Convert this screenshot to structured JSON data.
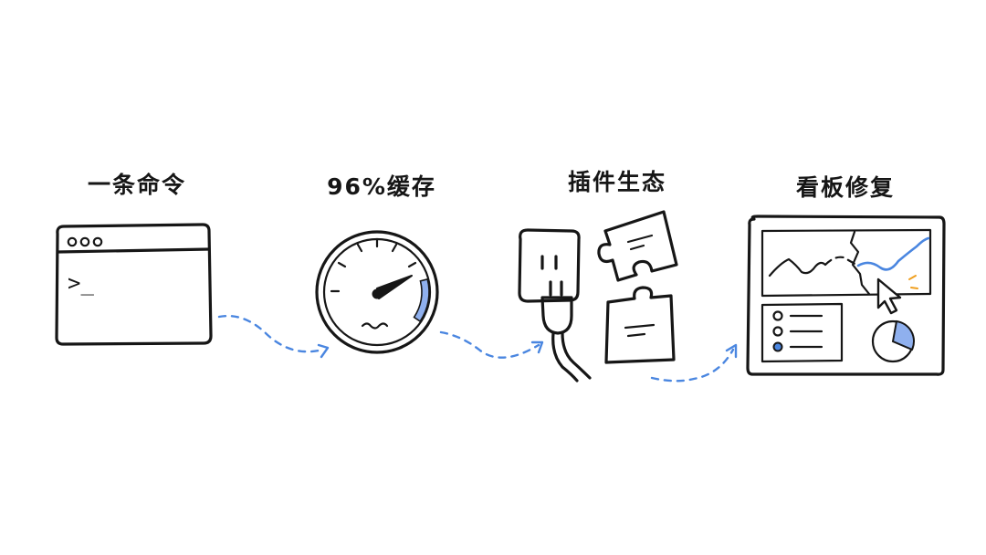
{
  "steps": [
    {
      "id": "command",
      "label": "一条命令",
      "icon": "terminal-window-icon"
    },
    {
      "id": "cache",
      "label": "96%缓存",
      "icon": "speedometer-gauge-icon"
    },
    {
      "id": "plugins",
      "label": "插件生态",
      "icon": "plug-and-puzzle-icon"
    },
    {
      "id": "dashboard",
      "label": "看板修复",
      "icon": "dashboard-repair-icon"
    }
  ],
  "terminal": {
    "prompt": ">_"
  },
  "gauge": {
    "level_fraction": 0.96
  },
  "colors": {
    "ink": "#161616",
    "accent": "#4a86e0",
    "accent_fill": "#8fb0ee",
    "spark": "#f0a020",
    "background": "#ffffff"
  }
}
